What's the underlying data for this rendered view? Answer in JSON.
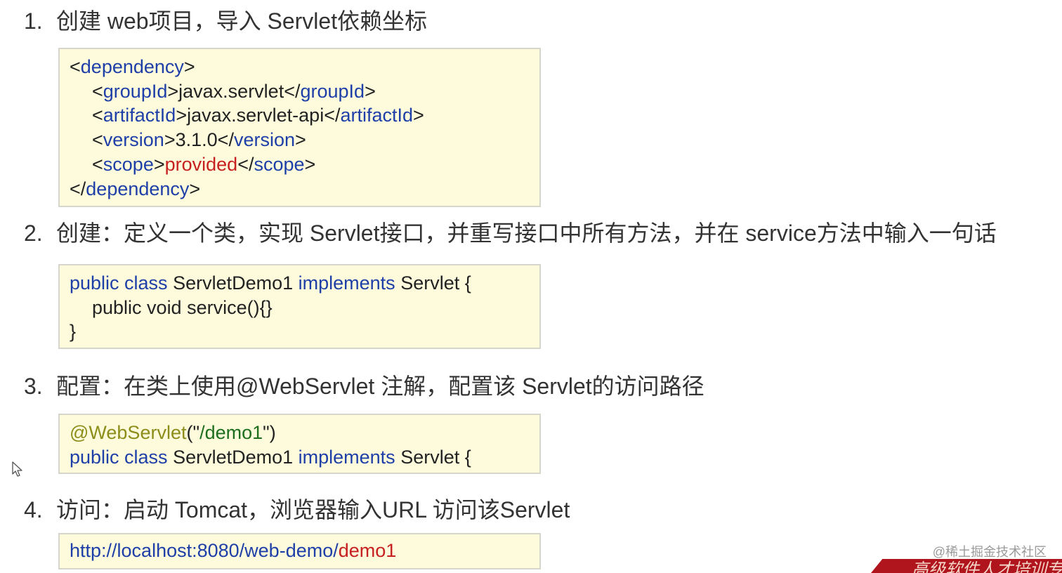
{
  "steps": [
    {
      "num": "1.",
      "text": "创建 web项目，导入 Servlet依赖坐标"
    },
    {
      "num": "2.",
      "text": "创建：定义一个类，实现 Servlet接口，并重写接口中所有方法，并在 service方法中输入一句话"
    },
    {
      "num": "3.",
      "text": "配置：在类上使用@WebServlet 注解，配置该 Servlet的访问路径"
    },
    {
      "num": "4.",
      "text": "访问：启动 Tomcat，浏览器输入URL 访问该Servlet"
    }
  ],
  "code1": {
    "lt": "<",
    "gt": ">",
    "lt_slash": "</",
    "dependency": "dependency",
    "groupId": "groupId",
    "groupId_value": "javax.servlet",
    "artifactId": "artifactId",
    "artifactId_value": "javax.servlet-api",
    "version": "version",
    "version_value": "3.1.0",
    "scope": "scope",
    "scope_value": "provided"
  },
  "code2": {
    "public_class": "public class",
    "class_name": " ServletDemo1 ",
    "implements": "implements",
    "iface": " Servlet {",
    "method": "public void service(){}",
    "close": "}"
  },
  "code3": {
    "annotation": "@WebServlet",
    "paren_open": "(\"",
    "path": "/demo1",
    "paren_close": "\")",
    "public_class": "public class",
    "class_name": " ServletDemo1 ",
    "implements": "implements",
    "iface": " Servlet {"
  },
  "code4": {
    "url_base": "http://localhost:8080/web-demo/",
    "url_path": "demo1"
  },
  "watermark": "@稀土掘金技术社区",
  "banner_text": "高级软件人才培训专家",
  "colors": {
    "code_bg": "#fdfbdc",
    "keyword": "#1f3fa8",
    "value_red": "#c62020",
    "annotation": "#8d8d1a",
    "string_green": "#1d6e1d",
    "banner": "#b0141c"
  }
}
